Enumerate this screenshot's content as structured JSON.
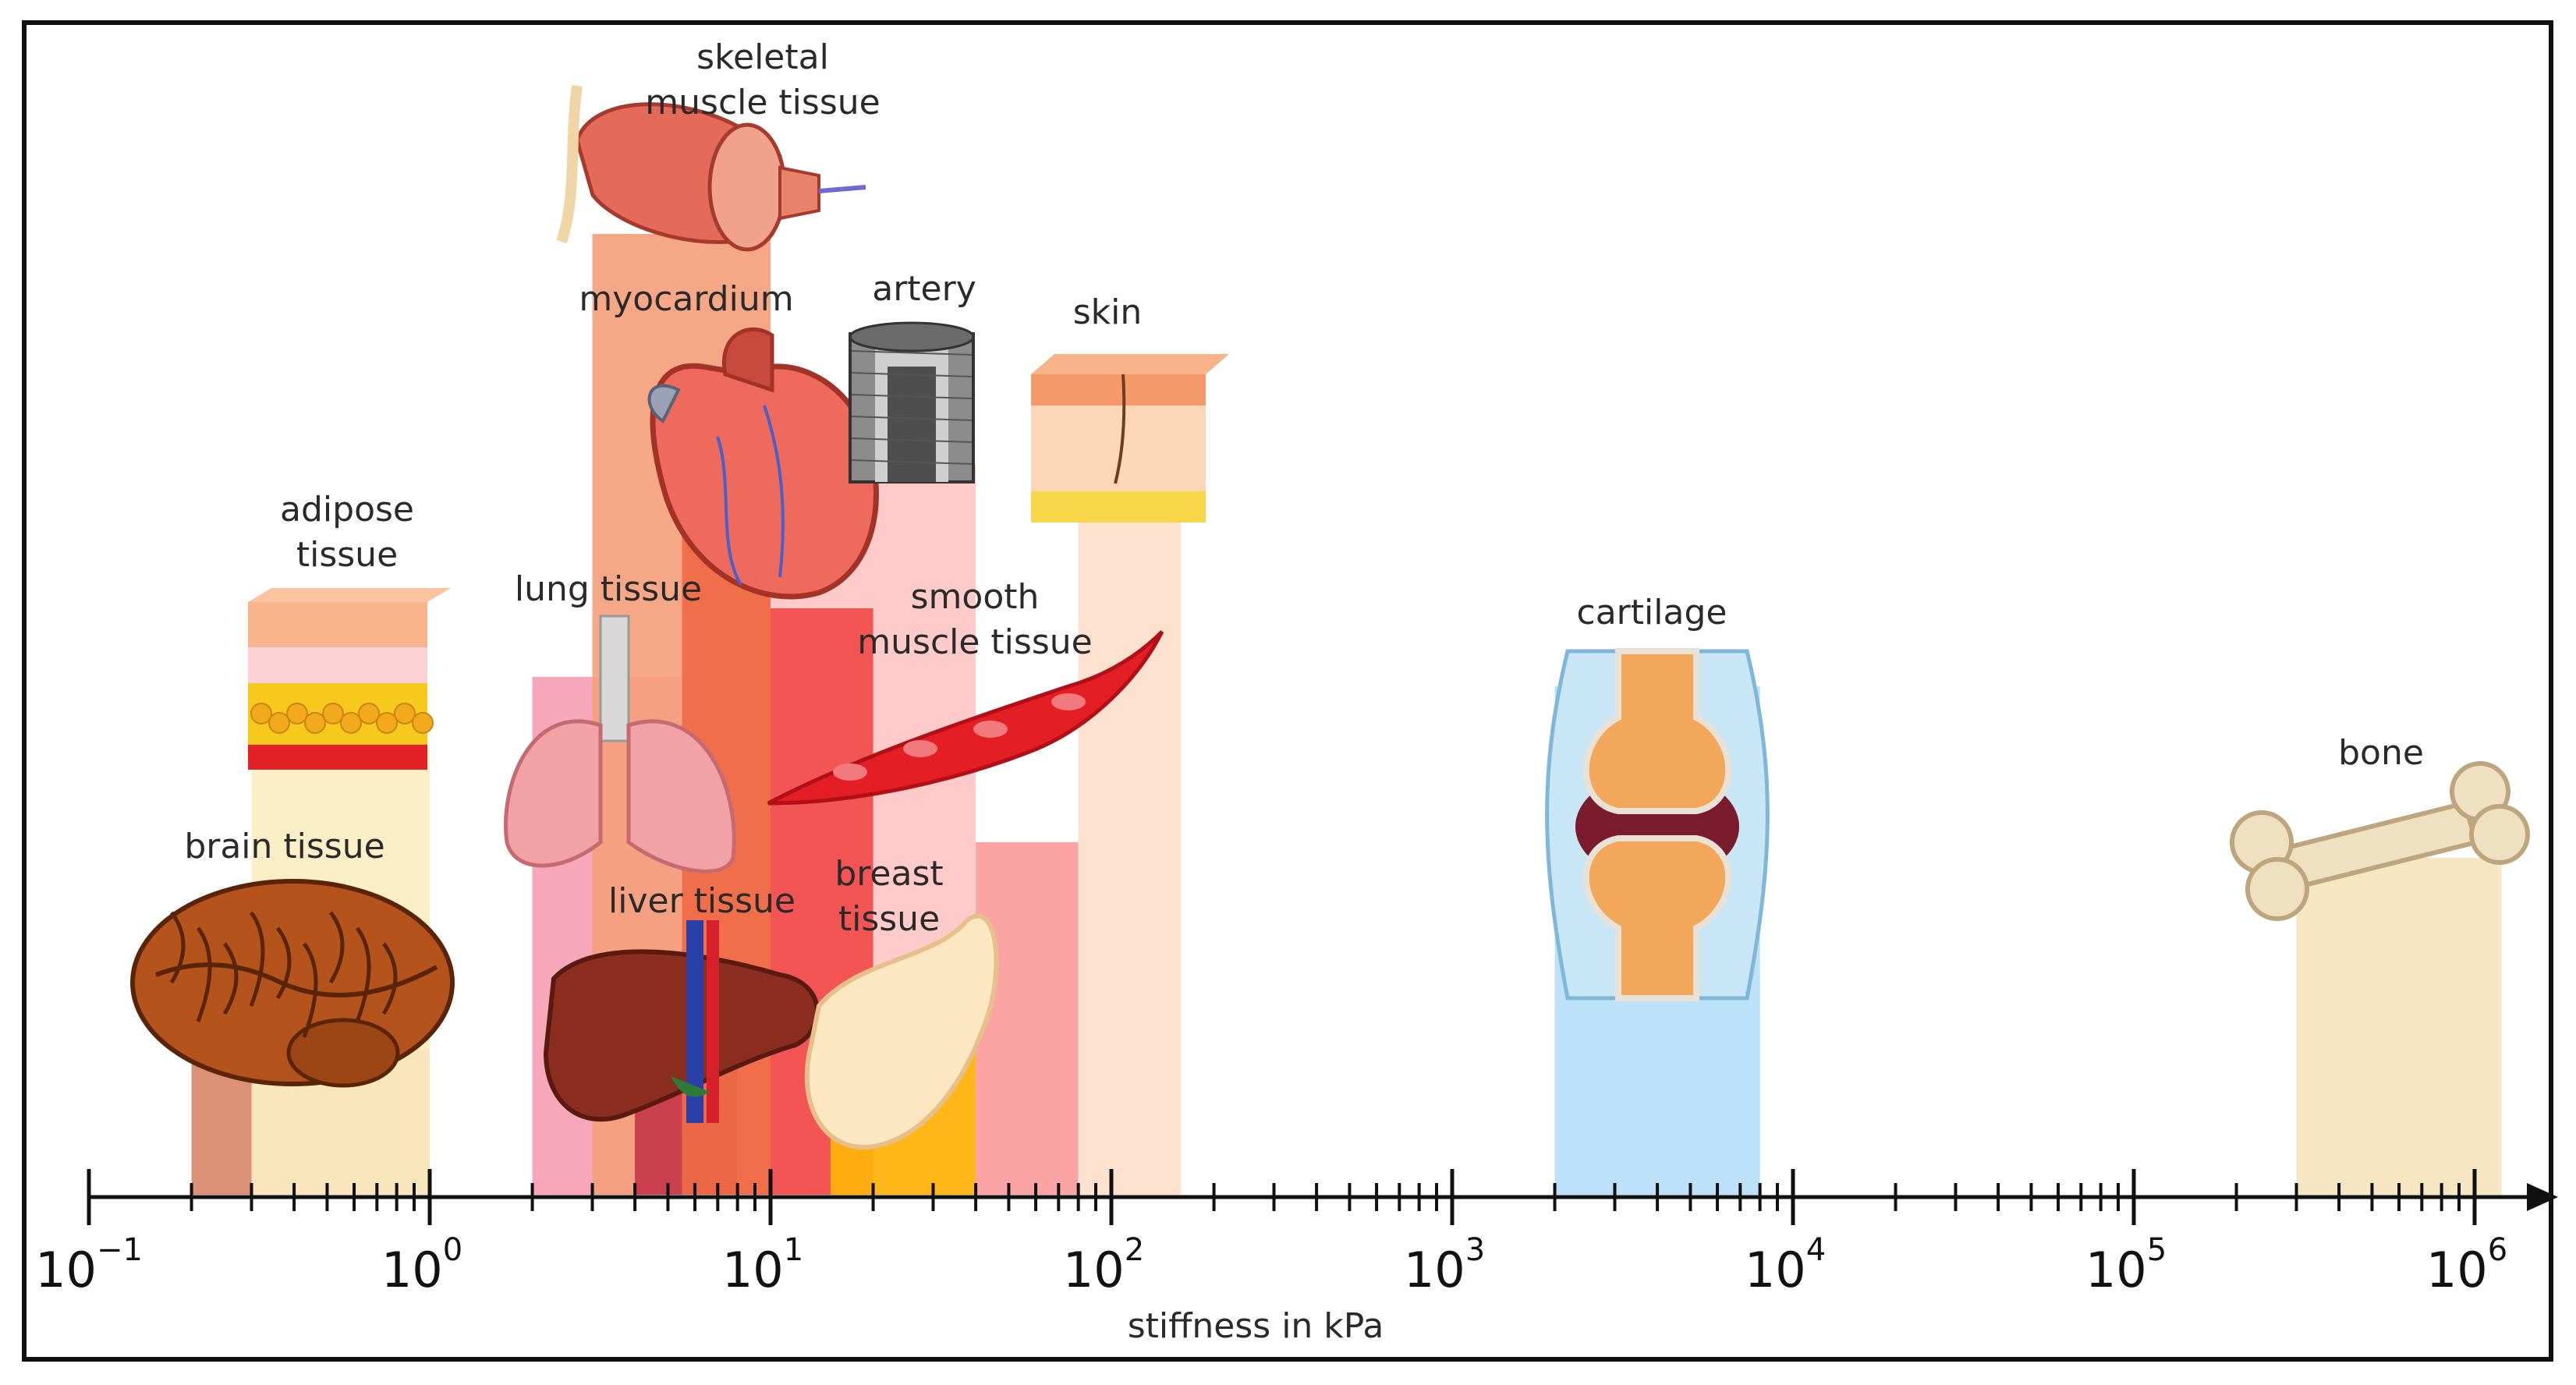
{
  "chart_data": {
    "type": "range-bar",
    "xlabel": "stiffness in kPa",
    "x_scale": "log",
    "xlim": [
      0.1,
      1000000
    ],
    "tick_labels": [
      {
        "value": 0.1,
        "base": "10",
        "exp": "−1"
      },
      {
        "value": 1,
        "base": "10",
        "exp": "0"
      },
      {
        "value": 10,
        "base": "10",
        "exp": "1"
      },
      {
        "value": 100,
        "base": "10",
        "exp": "2"
      },
      {
        "value": 1000,
        "base": "10",
        "exp": "3"
      },
      {
        "value": 10000,
        "base": "10",
        "exp": "4"
      },
      {
        "value": 100000,
        "base": "10",
        "exp": "5"
      },
      {
        "value": 1000000,
        "base": "10",
        "exp": "6"
      }
    ],
    "tissues": [
      {
        "key": "brain",
        "label": [
          "brain tissue"
        ],
        "min": 0.2,
        "max": 1,
        "color": "#d9876a",
        "icon": "brain-icon"
      },
      {
        "key": "adipose",
        "label": [
          "adipose",
          "tissue"
        ],
        "min": 0.3,
        "max": 1,
        "color": "#fbeec2",
        "icon": "adipose-tissue-icon"
      },
      {
        "key": "lung",
        "label": [
          "lung tissue"
        ],
        "min": 2,
        "max": 6,
        "color": "#f5a0b4",
        "icon": "lungs-icon"
      },
      {
        "key": "skeletal",
        "label": [
          "skeletal",
          "muscle tissue"
        ],
        "min": 3,
        "max": 10,
        "color": "#f4a07c",
        "icon": "skeletal-muscle-icon"
      },
      {
        "key": "liver",
        "label": [
          "liver tissue"
        ],
        "min": 4,
        "max": 8,
        "color": "#c7374a",
        "icon": "liver-icon"
      },
      {
        "key": "myocardium",
        "label": [
          "myocardium"
        ],
        "min": 5.5,
        "max": 10,
        "color": "#ef6a45",
        "icon": "heart-icon"
      },
      {
        "key": "artery",
        "label": [
          "artery"
        ],
        "min": 10,
        "max": 40,
        "color": "#ffc5c5",
        "icon": "artery-icon"
      },
      {
        "key": "smooth",
        "label": [
          "smooth",
          "muscle tissue"
        ],
        "min": 10,
        "max": 20,
        "color": "#f24b4b",
        "icon": "smooth-muscle-icon"
      },
      {
        "key": "breast",
        "label": [
          "breast",
          "tissue"
        ],
        "min": 15,
        "max": 40,
        "color": "#ffb40a",
        "icon": "breast-tissue-icon"
      },
      {
        "key": "breast2",
        "label": [],
        "min": 40,
        "max": 80,
        "color": "#fc9c9c",
        "icon": ""
      },
      {
        "key": "skin",
        "label": [
          "skin"
        ],
        "min": 80,
        "max": 160,
        "color": "#fde0cb",
        "icon": "skin-icon"
      },
      {
        "key": "cartilage",
        "label": [
          "cartilage"
        ],
        "min": 2000,
        "max": 8000,
        "color": "#b6def7",
        "icon": "knee-joint-icon"
      },
      {
        "key": "bone",
        "label": [
          "bone"
        ],
        "min": 300000,
        "max": 1200000,
        "color": "#f6e4bd",
        "icon": "bone-icon"
      }
    ]
  }
}
